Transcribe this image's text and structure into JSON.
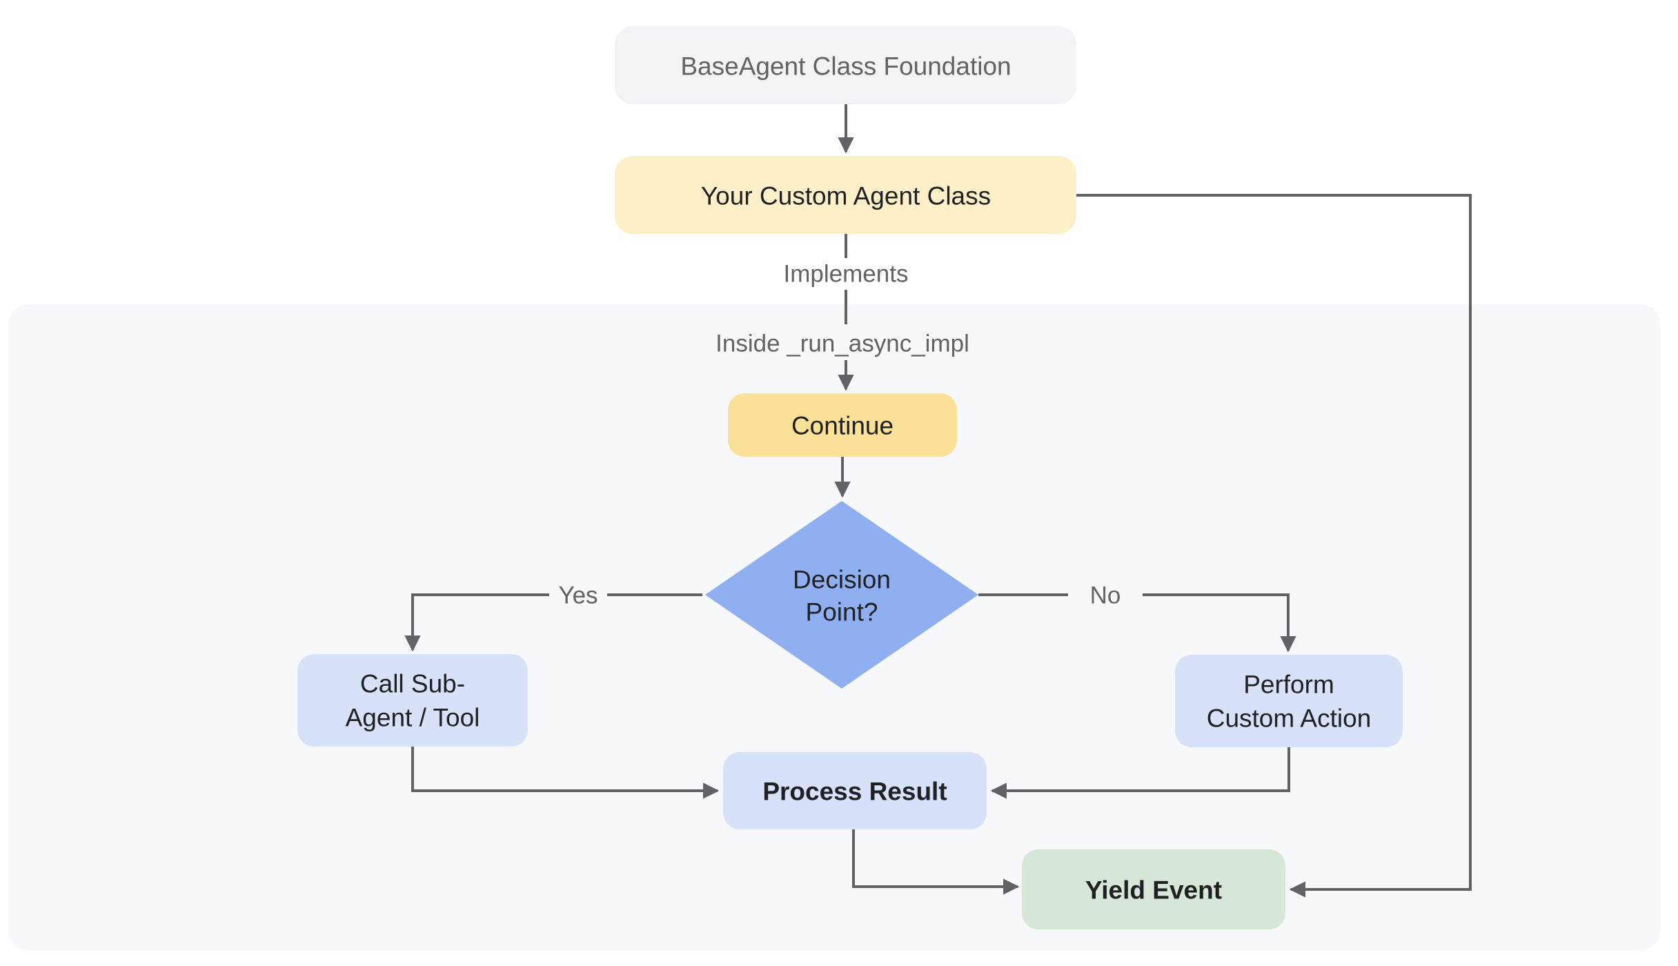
{
  "diagram": {
    "nodes": {
      "base": {
        "label": "BaseAgent Class Foundation",
        "fill": "#f1f3f4"
      },
      "custom": {
        "label": "Your Custom Agent Class",
        "fill": "#fdf0c9"
      },
      "continue": {
        "label": "Continue",
        "fill": "#fae197"
      },
      "decision": {
        "line1": "Decision",
        "line2": "Point?",
        "fill": "#90aff0"
      },
      "call": {
        "line1": "Call Sub-",
        "line2": "Agent / Tool",
        "fill": "#d7e1f8"
      },
      "perform": {
        "line1": "Perform",
        "line2": "Custom Action",
        "fill": "#d7e1f8"
      },
      "process": {
        "label": "Process Result",
        "fill": "#d7e1f8"
      },
      "yield": {
        "label": "Yield Event",
        "fill": "#d6e7d8"
      }
    },
    "edge_labels": {
      "implements": "Implements",
      "inside_impl": "Inside _run_async_impl",
      "yes": "Yes",
      "no": "No"
    },
    "colors": {
      "background": "#ffffff",
      "container_fill": "#f7f8fa",
      "edge": "#5f6368",
      "node_text": "#202124",
      "muted_text": "#5f6368"
    }
  }
}
